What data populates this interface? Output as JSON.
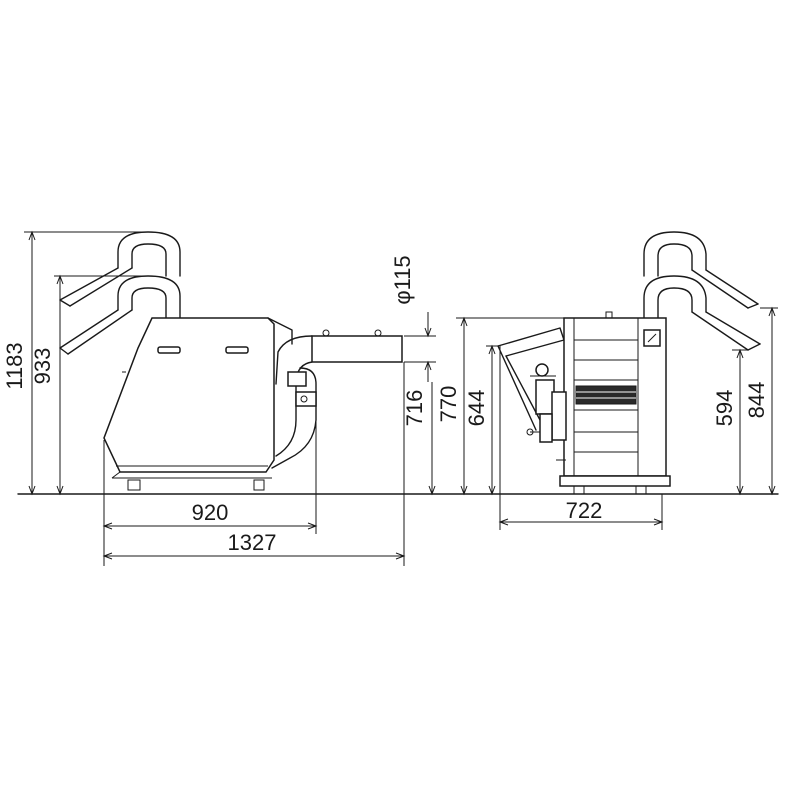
{
  "dimensions": {
    "overall_height": "1183",
    "pipe_top_height": "933",
    "main_width": "920",
    "overall_width": "1327",
    "outlet_diameter": "φ115",
    "outlet_height": "716",
    "hopper_top_height": "770",
    "hopper_height": "644",
    "side_width": "722",
    "side_lower_pipe_height": "594",
    "side_upper_pipe_height": "844"
  }
}
